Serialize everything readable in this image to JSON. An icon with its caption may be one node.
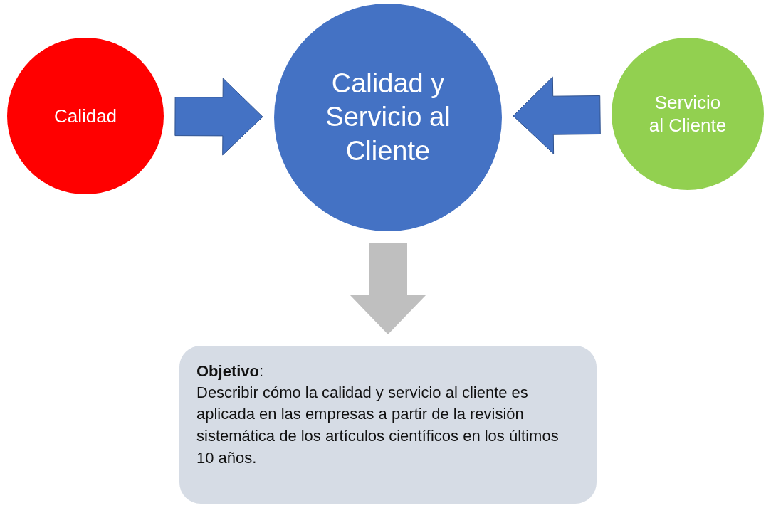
{
  "diagram": {
    "nodes": [
      {
        "text": [
          "Calidad"
        ]
      },
      {
        "text": [
          "Calidad y Servicio al Cliente"
        ]
      },
      {
        "text": [
          "Servicio al Cliente"
        ]
      },
      {
        "text": [
          "**Objetivo**:",
          "Describir cómo la calidad y servicio al cliente es aplicada en las empresas a partir de la revisión sistemática de los artículos científicos en los últimos 10 años."
        ]
      }
    ],
    "edges": [
      {
        "from": 0,
        "to": 1,
        "arrow": "to"
      },
      {
        "from": 2,
        "to": 1,
        "arrow": "to"
      },
      {
        "from": 1,
        "to": 3,
        "arrow": "to",
        "color": "#bfbfbf"
      }
    ]
  }
}
